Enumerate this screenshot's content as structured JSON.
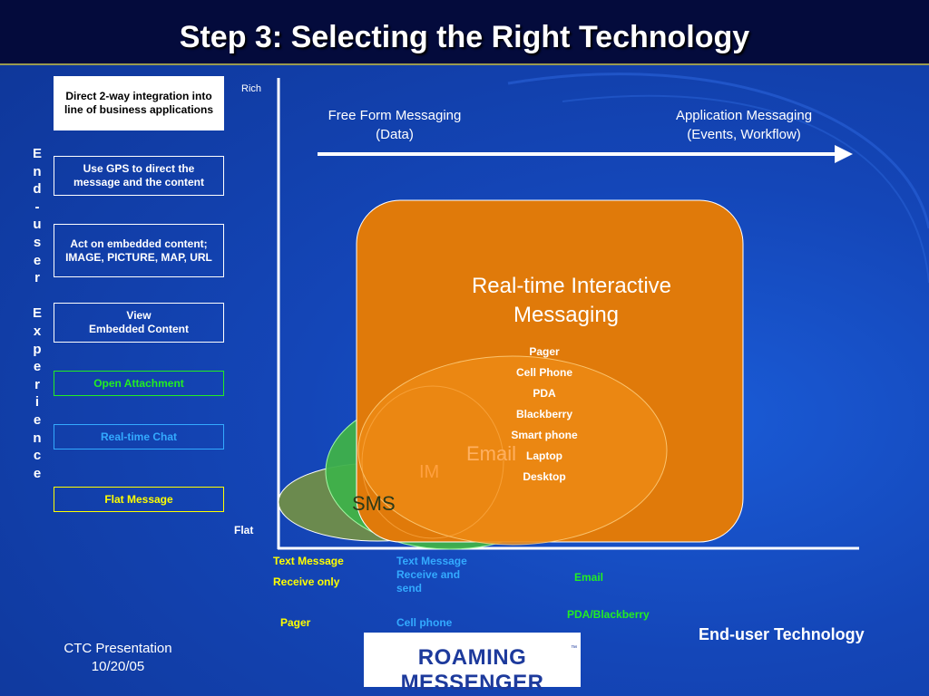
{
  "slide": {
    "title": "Step 3:  Selecting the Right Technology",
    "footer_left_line1": "CTC Presentation",
    "footer_left_line2": "10/20/05",
    "logo_text": "ROAMING MESSENGER",
    "logo_tm": "™",
    "x_axis_label": "End-user Technology"
  },
  "vertical_label": "E\nn\nd\n-\nu\ns\ne\nr\n\nE\nx\np\ne\nr\ni\ne\nn\nc\ne",
  "y_axis": {
    "top": "Rich",
    "bottom": "Flat"
  },
  "left_boxes": [
    {
      "text": "Direct 2-way integration into line of business applications",
      "bg": "#ffffff",
      "fg": "#000000",
      "border": "#ffffff"
    },
    {
      "text": "Use GPS to direct the message and the content",
      "bg": "transparent",
      "fg": "#ffffff",
      "border": "#ffffff"
    },
    {
      "text": "Act on embedded content; IMAGE, PICTURE, MAP, URL",
      "bg": "transparent",
      "fg": "#ffffff",
      "border": "#ffffff"
    },
    {
      "text": "View\nEmbedded Content",
      "bg": "transparent",
      "fg": "#ffffff",
      "border": "#ffffff"
    },
    {
      "text": "Open Attachment",
      "bg": "transparent",
      "fg": "#22ee22",
      "border": "#22ee22"
    },
    {
      "text": "Real-time Chat",
      "bg": "transparent",
      "fg": "#33aaff",
      "border": "#33aaff"
    },
    {
      "text": "Flat Message",
      "bg": "transparent",
      "fg": "#ffff00",
      "border": "#ffff00"
    }
  ],
  "arrow": {
    "left_label_line1": "Free Form Messaging",
    "left_label_line2": "(Data)",
    "right_label_line1": "Application Messaging",
    "right_label_line2": "(Events, Workflow)"
  },
  "shapes": {
    "sms_label": "SMS",
    "im_label": "IM",
    "email_label": "Email",
    "realtime_title_line1": "Real-time Interactive",
    "realtime_title_line2": "Messaging",
    "devices": [
      "Pager",
      "Cell Phone",
      "PDA",
      "Blackberry",
      "Smart phone",
      "Laptop",
      "Desktop"
    ],
    "colors": {
      "sms": "#6b8a4e",
      "im": "#3fb14a",
      "email": "#e88b10",
      "realtime": "#e07a0a"
    }
  },
  "bottom_labels": {
    "col1": {
      "line1": "Text Message",
      "line2": "Receive only",
      "device": "Pager",
      "color": "#ffff00"
    },
    "col2": {
      "line1": "Text Message",
      "line2": "Receive and",
      "line3": "send",
      "device": "Cell phone",
      "color": "#33aaff"
    },
    "col3": {
      "line1": "Email",
      "device": "PDA/Blackberry",
      "color": "#22ee22"
    }
  }
}
